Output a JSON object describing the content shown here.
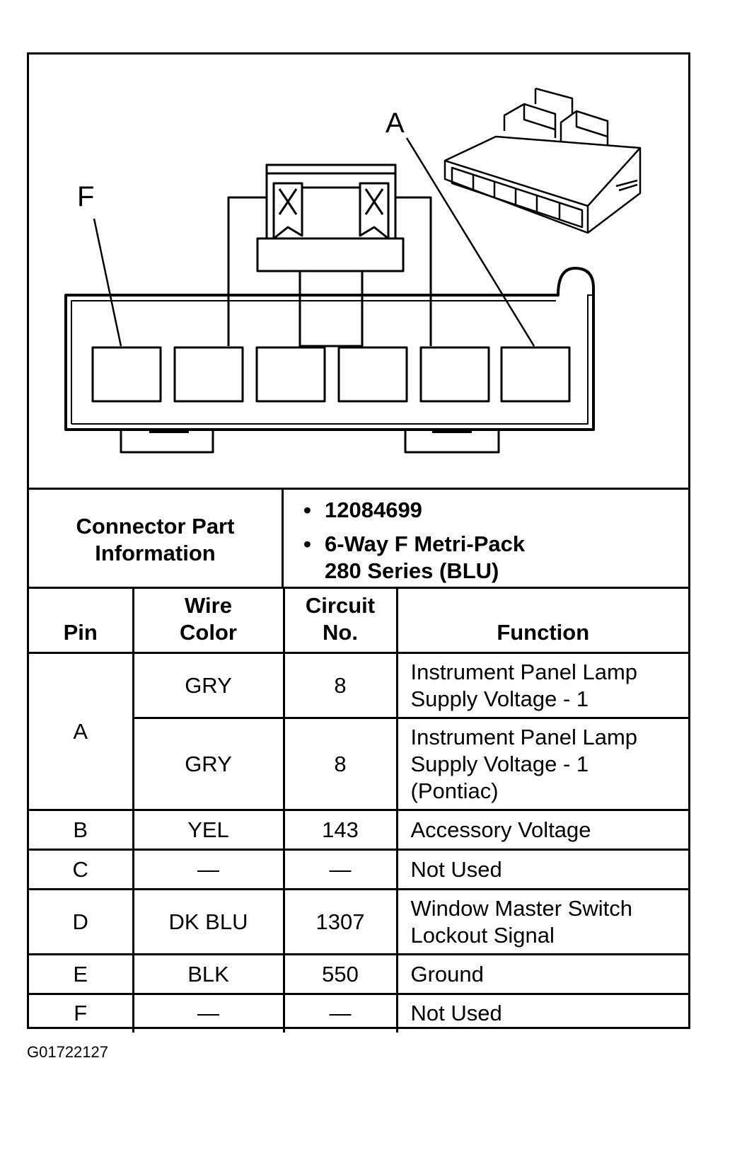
{
  "diagram": {
    "pin_labels": {
      "left": "F",
      "right": "A"
    },
    "cavity_count": 6
  },
  "connector_info": {
    "label": "Connector Part Information",
    "bullet": "•",
    "values": [
      "12084699",
      "6-Way F Metri-Pack 280 Series (BLU)"
    ]
  },
  "table": {
    "headers": {
      "pin": "Pin",
      "wire_color": "Wire Color",
      "circuit_no": "Circuit No.",
      "function": "Function"
    },
    "rows": [
      {
        "pin": "A",
        "wire_color": "GRY",
        "circuit": "8",
        "function": "Instrument Panel Lamp Supply Voltage - 1"
      },
      {
        "pin": "A",
        "wire_color": "GRY",
        "circuit": "8",
        "function": "Instrument Panel Lamp Supply Voltage - 1 (Pontiac)"
      },
      {
        "pin": "B",
        "wire_color": "YEL",
        "circuit": "143",
        "function": "Accessory Voltage"
      },
      {
        "pin": "C",
        "wire_color": "—",
        "circuit": "—",
        "function": "Not Used"
      },
      {
        "pin": "D",
        "wire_color": "DK BLU",
        "circuit": "1307",
        "function": "Window Master Switch Lockout Signal"
      },
      {
        "pin": "E",
        "wire_color": "BLK",
        "circuit": "550",
        "function": "Ground"
      },
      {
        "pin": "F",
        "wire_color": "—",
        "circuit": "—",
        "function": "Not Used"
      }
    ]
  },
  "figure_id": "G01722127"
}
